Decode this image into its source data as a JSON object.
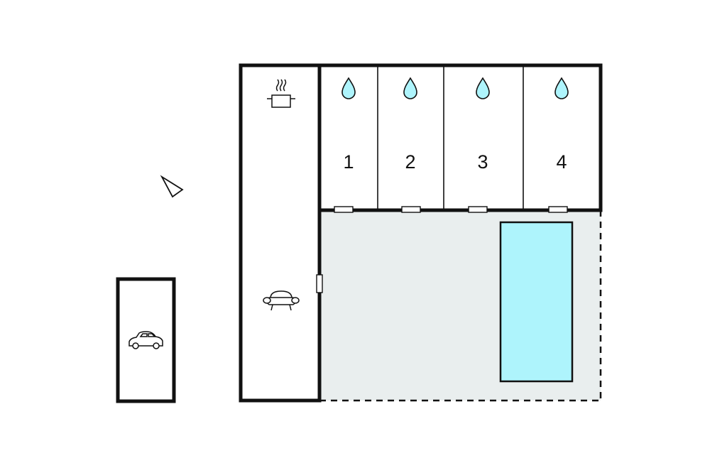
{
  "bedrooms": [
    {
      "number": "1"
    },
    {
      "number": "2"
    },
    {
      "number": "3"
    },
    {
      "number": "4"
    }
  ],
  "icons": {
    "north": "north-arrow-icon",
    "kitchen": "cooking-pot-icon",
    "living": "sofa-icon",
    "parking": "car-icon",
    "bathroom": "water-drop-icon"
  },
  "colors": {
    "wall": "#111111",
    "terrace": "#e9eeee",
    "pool": "#aef4fc",
    "drop": "#aef4fc",
    "background": "#ffffff"
  }
}
